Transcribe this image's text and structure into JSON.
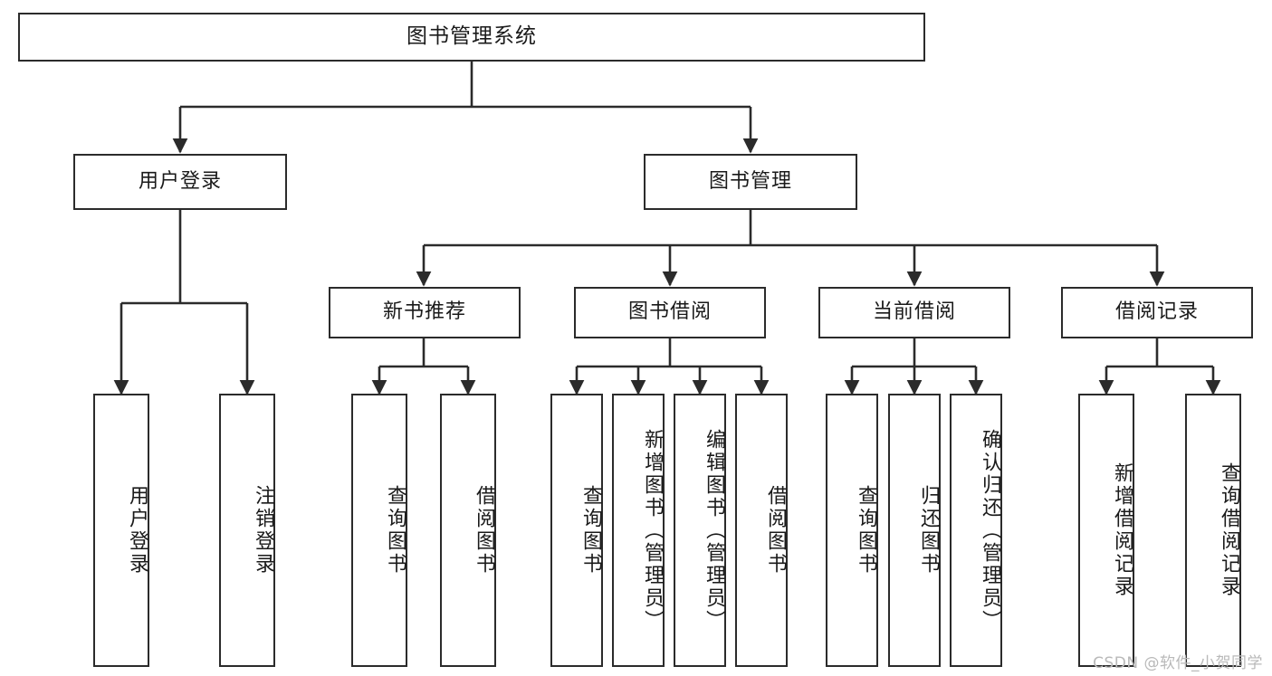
{
  "diagram": {
    "title": "图书管理系统",
    "type": "tree",
    "watermark": "CSDN @软件_小贺同学",
    "colors": {
      "box_border": "#2b2b2b",
      "box_fill": "#ffffff",
      "edge": "#2b2b2b",
      "text": "#1a1a1a",
      "watermark": "#b9b9b9"
    },
    "root": {
      "label": "图书管理系统"
    },
    "level2": [
      {
        "label": "用户登录"
      },
      {
        "label": "图书管理"
      }
    ],
    "level3": [
      {
        "label": "新书推荐"
      },
      {
        "label": "图书借阅"
      },
      {
        "label": "当前借阅"
      },
      {
        "label": "借阅记录"
      }
    ],
    "leaves": {
      "user_login": [
        {
          "label": "用户登录"
        },
        {
          "label": "注销登录"
        }
      ],
      "new_book": [
        {
          "label": "查询图书"
        },
        {
          "label": "借阅图书"
        }
      ],
      "book_borrow": [
        {
          "label": "查询图书"
        },
        {
          "label": "新增图书（管理员）"
        },
        {
          "label": "编辑图书（管理员）"
        },
        {
          "label": "借阅图书"
        }
      ],
      "current_borrow": [
        {
          "label": "查询图书"
        },
        {
          "label": "归还图书"
        },
        {
          "label": "确认归还（管理员）"
        }
      ],
      "borrow_record": [
        {
          "label": "新增借阅记录"
        },
        {
          "label": "查询借阅记录"
        }
      ]
    }
  }
}
